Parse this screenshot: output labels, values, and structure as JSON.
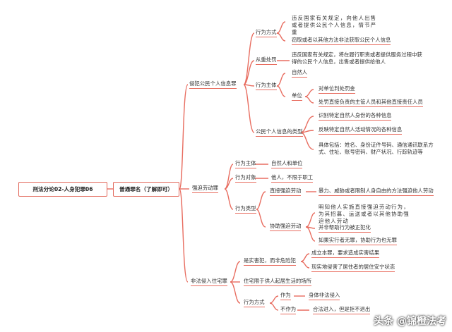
{
  "root": "刑法分论02-人身犯罪06",
  "category": "普通罪名（了解即可）",
  "crimes": {
    "c1": {
      "label": "侵犯公民个人信息罪",
      "behavior": {
        "label": "行为方式",
        "items": [
          "违反国家有关规定，向他人出售或者提供公民个人信息，情节严重",
          "窃取或者以其他方法非法获取公民个人信息"
        ]
      },
      "aggravated": {
        "label": "从重处罚",
        "text": "违反国家有关规定，将在履行职责或者提供服务过程中获得的公民个人信息，出售或者提供给他人"
      },
      "subject": {
        "label": "行为主体",
        "natural": "自然人",
        "unit": {
          "label": "单位",
          "items": [
            "对单位判处罚金",
            "处罚直接负责的主管人员和其他直接责任人员"
          ]
        }
      },
      "info_types": {
        "label": "公民个人信息的类型",
        "items": [
          "识别特定自然人身份的各种信息",
          "反映特定自然人活动情况的各种信息",
          "具体包括：姓名、身份证件号码、通信通讯联系方式、住址、账号密码、财产状况、行踪轨迹等"
        ]
      }
    },
    "c2": {
      "label": "强迫劳动罪",
      "subject": {
        "label": "行为主体",
        "value": "自然人和单位"
      },
      "object": {
        "label": "行为对象",
        "value": "他人，不限于职工"
      },
      "types": {
        "label": "行为类型",
        "direct": {
          "label": "直接强迫劳动",
          "text": "暴力、威胁或者限制人身自由的方法强迫他人劳动"
        },
        "assist": {
          "label": "协助强迫劳动",
          "items": [
            "明知他人实施直接强迫劳动行为，为其招募、运送或者以其他协助强迫他人劳动",
            "并非帮助行为被正犯化",
            "如果实行者无罪，协助行为也无罪"
          ]
        }
      }
    },
    "c3": {
      "label": "非法侵入住宅罪",
      "nature": {
        "label": "是实害犯，而非危险犯",
        "items": [
          "成立本罪，要求造成实害结果",
          "现实地侵害了居住者的居住安宁状态"
        ]
      },
      "residence": "住宅限于供人起居生活的场所",
      "behavior": {
        "label": "行为方式",
        "act": {
          "label": "作为",
          "value": "身体非法侵入"
        },
        "omission": {
          "label": "不作为",
          "value": "合法进入，但是拒不退出"
        }
      }
    }
  },
  "watermark": "头条 @锦橙法考",
  "colors": {
    "line": "#e86d60",
    "box_border": "#e2685b"
  }
}
